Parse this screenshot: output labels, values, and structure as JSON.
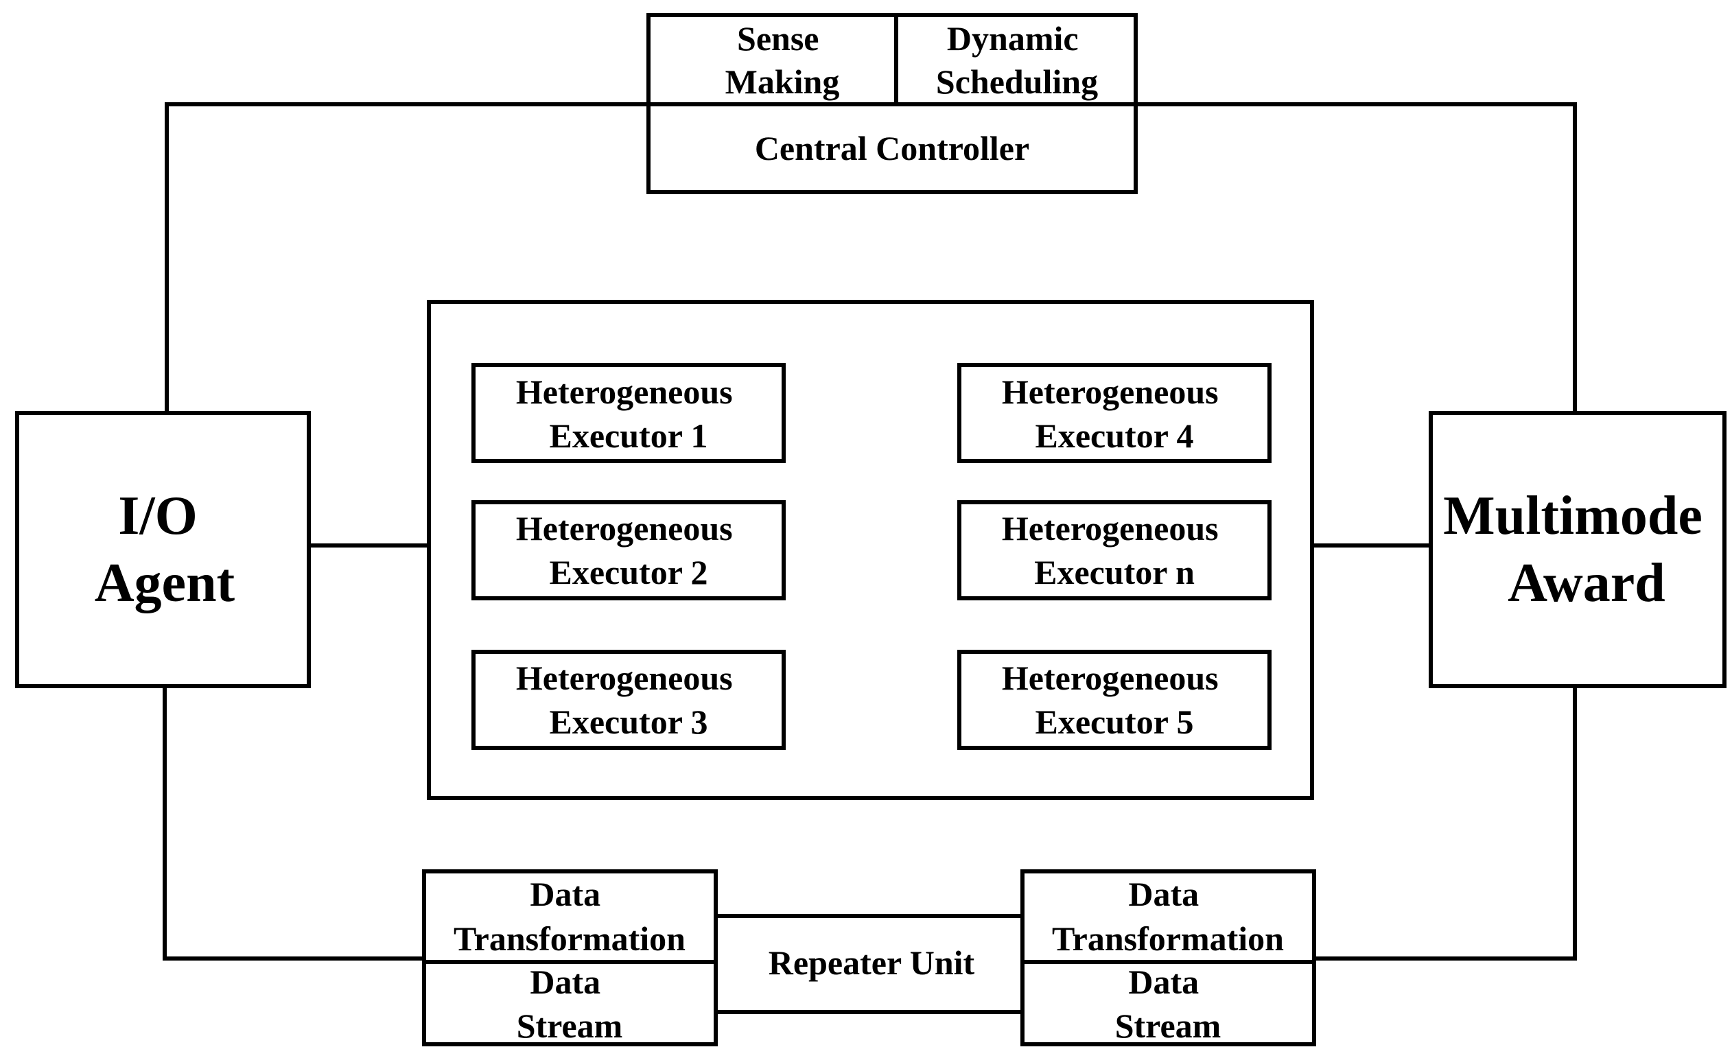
{
  "central_controller": {
    "sense_making": [
      "Sense",
      "Making"
    ],
    "dynamic_scheduling": [
      "Dynamic",
      "Scheduling"
    ],
    "label": "Central Controller"
  },
  "io_agent": [
    "I/O",
    "Agent"
  ],
  "multimode_award": [
    "Multimode",
    "Award"
  ],
  "executors": {
    "e1": [
      "Heterogeneous",
      "Executor 1"
    ],
    "e2": [
      "Heterogeneous",
      "Executor 2"
    ],
    "e3": [
      "Heterogeneous",
      "Executor 3"
    ],
    "e4": [
      "Heterogeneous",
      "Executor 4"
    ],
    "en": [
      "Heterogeneous",
      "Executor n"
    ],
    "e5": [
      "Heterogeneous",
      "Executor 5"
    ]
  },
  "left_bottom": {
    "transformation": [
      "Data",
      "Transformation"
    ],
    "stream": [
      "Data",
      "Stream"
    ]
  },
  "right_bottom": {
    "transformation": [
      "Data",
      "Transformation"
    ],
    "stream": [
      "Data",
      "Stream"
    ]
  },
  "repeater_unit": "Repeater Unit"
}
